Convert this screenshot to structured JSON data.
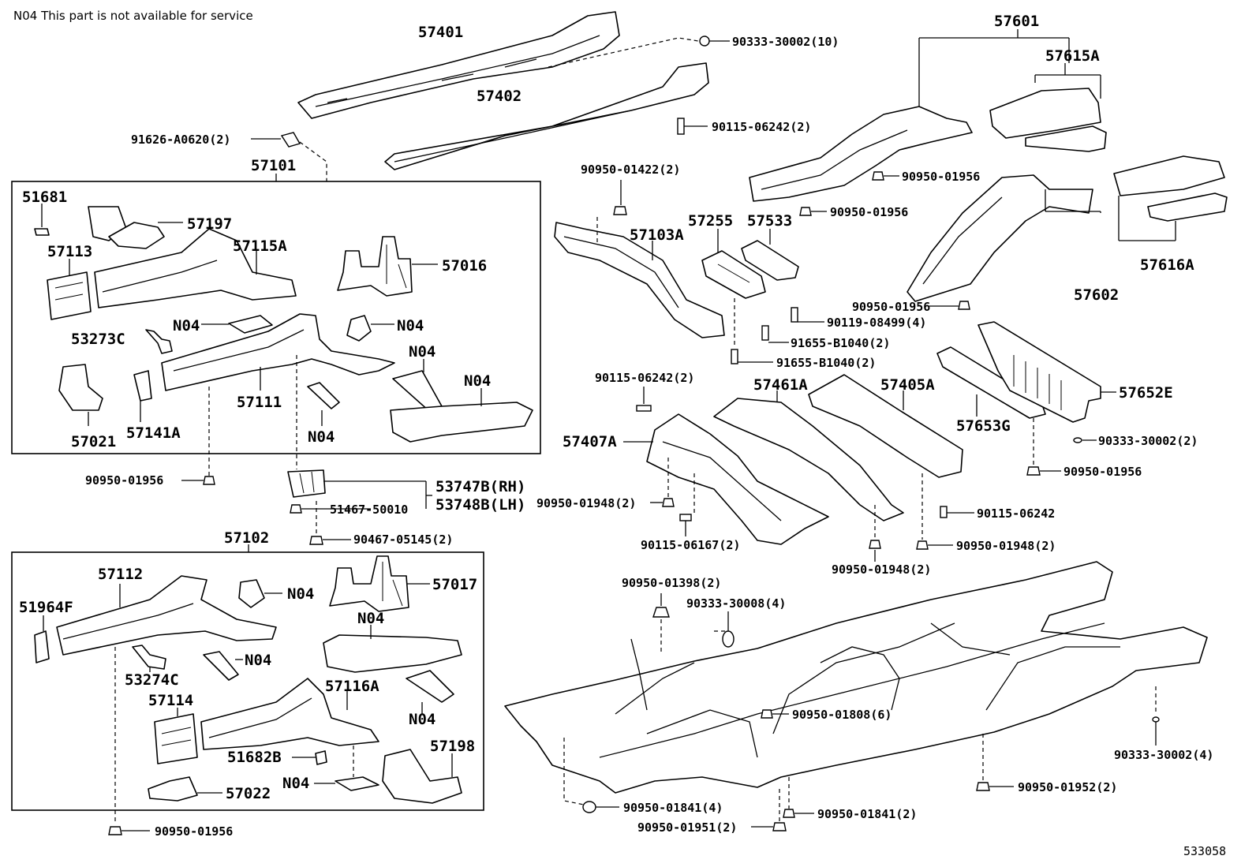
{
  "note": "N04 This part is not available for service",
  "figure_id": "533058",
  "labels": {
    "p57401": "57401",
    "p57402": "57402",
    "p90333_30002_10": "90333-30002(10)",
    "p90115_06242_2a": "90115-06242(2)",
    "p91626_A0620": "91626-A0620(2)",
    "p57101": "57101",
    "p51681": "51681",
    "p57197": "57197",
    "p57113": "57113",
    "p57115A": "57115A",
    "p57016": "57016",
    "p53273C": "53273C",
    "n04_a": "N04",
    "n04_b": "N04",
    "n04_c": "N04",
    "n04_d": "N04",
    "n04_e": "N04",
    "p57111": "57111",
    "p57021": "57021",
    "p57141A": "57141A",
    "p90950_01956_a": "90950-01956",
    "p53747B": "53747B(RH)",
    "p53748B": "53748B(LH)",
    "p51467": "51467-50010",
    "p90467": "90467-05145(2)",
    "p57102": "57102",
    "p57112": "57112",
    "p51964F": "51964F",
    "n04_f": "N04",
    "n04_g": "N04",
    "n04_h": "N04",
    "n04_i": "N04",
    "n04_j": "N04",
    "p57017": "57017",
    "p53274C": "53274C",
    "p57114": "57114",
    "p57116A": "57116A",
    "p51682B": "51682B",
    "p57198": "57198",
    "p57022": "57022",
    "p90950_01956_b": "90950-01956",
    "p90950_01422": "90950-01422(2)",
    "p57103A": "57103A",
    "p57255": "57255",
    "p57533": "57533",
    "p90119": "90119-08499(4)",
    "p91655_a": "91655-B1040(2)",
    "p91655_b": "91655-B1040(2)",
    "p57601": "57601",
    "p57615A": "57615A",
    "p90950_01956_c": "90950-01956",
    "p90950_01956_d": "90950-01956",
    "p90950_01956_e": "90950-01956",
    "p57616A": "57616A",
    "p57602": "57602",
    "p90115_06242_2b": "90115-06242(2)",
    "p57461A": "57461A",
    "p57405A": "57405A",
    "p57407A": "57407A",
    "p57653G": "57653G",
    "p57652E": "57652E",
    "p90333_30002_2": "90333-30002(2)",
    "p90950_01956_f": "90950-01956",
    "p90950_01948_2a": "90950-01948(2)",
    "p90115_06167": "90115-06167(2)",
    "p90115_06242": "90115-06242",
    "p90950_01948_2b": "90950-01948(2)",
    "p90950_01948_2c": "90950-01948(2)",
    "p90950_01398": "90950-01398(2)",
    "p90333_30008": "90333-30008(4)",
    "p90950_01808": "90950-01808(6)",
    "p90333_30002_4": "90333-30002(4)",
    "p90950_01952": "90950-01952(2)",
    "p90950_01841_4": "90950-01841(4)",
    "p90950_01841_2": "90950-01841(2)",
    "p90950_01951": "90950-01951(2)"
  }
}
